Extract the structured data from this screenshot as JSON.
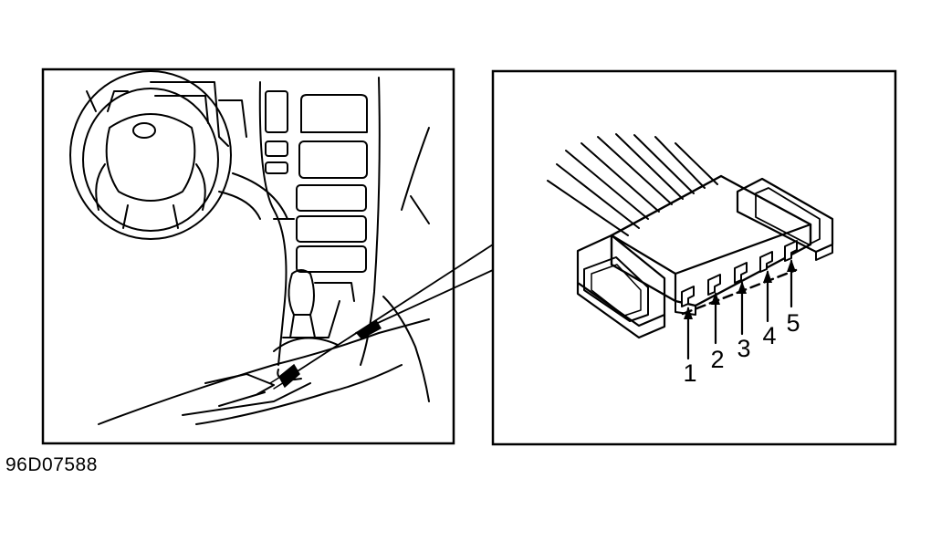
{
  "figure_id": "96D07588",
  "connector_pins": [
    "1",
    "2",
    "3",
    "4",
    "5"
  ],
  "colors": {
    "ink": "#000000",
    "background": "#ffffff"
  }
}
